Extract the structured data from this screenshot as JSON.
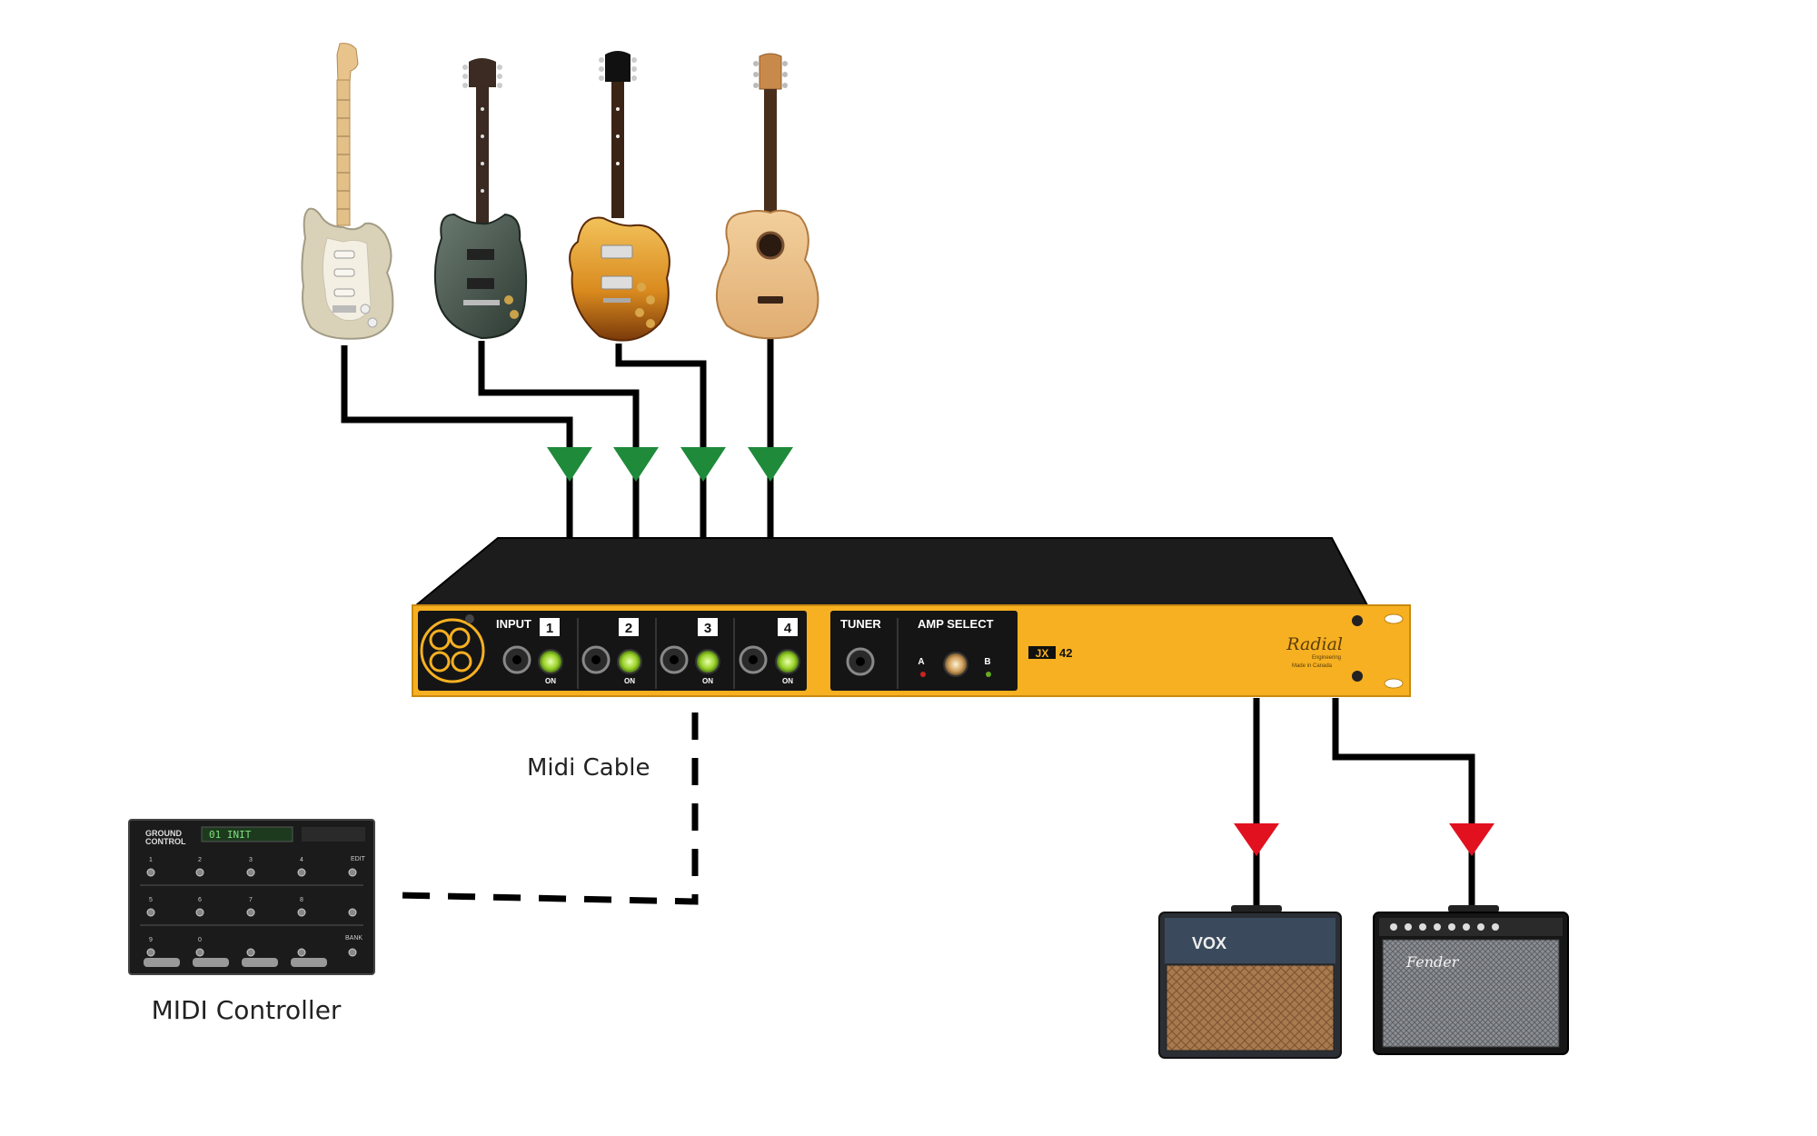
{
  "instruments": {
    "guitars": [
      {
        "name": "electric-guitar-stratocaster-icon"
      },
      {
        "name": "electric-guitar-prs-icon"
      },
      {
        "name": "electric-guitar-les-paul-icon"
      },
      {
        "name": "acoustic-guitar-icon"
      }
    ]
  },
  "switcher": {
    "input_label": "INPUT",
    "channels": [
      "1",
      "2",
      "3",
      "4"
    ],
    "on_label": "ON",
    "tuner_label": "TUNER",
    "amp_select_label": "AMP SELECT",
    "amp_a": "A",
    "amp_b": "B",
    "model": "JX",
    "model_num": "42",
    "brand": "Radial",
    "brand_sub": "Engineering",
    "made_in": "Made in Canada",
    "face_color": "#f7b021",
    "top_color": "#1c1c1c"
  },
  "connections": {
    "midi_cable_label": "Midi Cable",
    "input_arrow_color": "#1e8a3a",
    "output_arrow_color": "#e1111f",
    "cable_color": "#000000"
  },
  "midi_controller": {
    "label": "MIDI Controller",
    "brand_line1": "GROUND",
    "brand_line2": "CONTROL",
    "display_text": "01 INIT",
    "edit_label": "EDIT",
    "bank_label": "BANK",
    "switch_numbers_top": [
      "1",
      "2",
      "3",
      "4"
    ],
    "switch_numbers_mid": [
      "5",
      "6",
      "7",
      "8"
    ],
    "switch_numbers_bottom": [
      "9",
      "0"
    ]
  },
  "amps": {
    "vox": {
      "brand": "VOX"
    },
    "fender": {
      "brand": "Fender"
    }
  }
}
